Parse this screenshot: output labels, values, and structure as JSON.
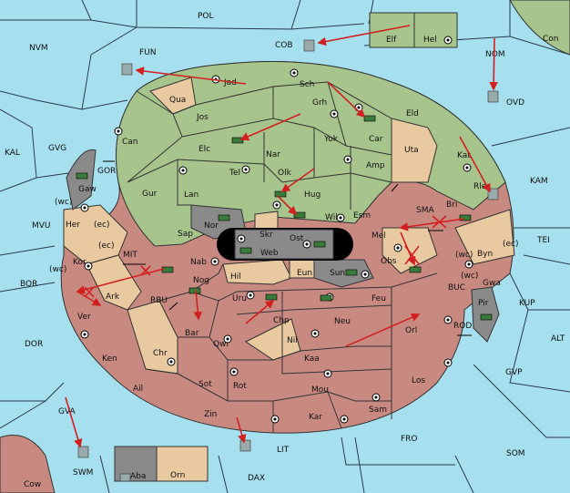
{
  "colors": {
    "sea": "#a6dfee",
    "green": "#a6c48c",
    "tan": "#e8c9a0",
    "red": "#c88a80",
    "grey": "#8a8a8a",
    "arrow": "#d22020"
  },
  "sea_labels": [
    "POL",
    "NVM",
    "COB",
    "FUN",
    "NOM",
    "Con",
    "OVD",
    "KAL",
    "GVG",
    "GOR",
    "KAM",
    "SMA",
    "TEI",
    "MVU",
    "BOR",
    "MIT",
    "RBU",
    "BUC",
    "KUP",
    "ALT",
    "DOR",
    "ROD",
    "GVP",
    "GVA",
    "SWM",
    "LIT",
    "FRO",
    "SOM",
    "DAX",
    "Cow"
  ],
  "land_labels": [
    "Elf",
    "Hel",
    "Jad",
    "Sch",
    "Qua",
    "Jos",
    "Grh",
    "Eld",
    "Can",
    "Car",
    "Elc",
    "Nar",
    "Yok",
    "Uta",
    "Tel",
    "Amp",
    "Kat",
    "Gaw",
    "Olk",
    "Gur",
    "Lan",
    "Hug",
    "Rle",
    "Bri",
    "Wil",
    "Esm",
    "Nor",
    "Skr",
    "Ost",
    "Sap",
    "Web",
    "Mel",
    "Her",
    "Kor",
    "Nab",
    "Eun",
    "Sun",
    "Obs",
    "Byn",
    "Gwa",
    "Hil",
    "Nog",
    "Uru",
    "Feu",
    "Ark",
    "Pir",
    "Chp",
    "Neu",
    "Ver",
    "Bar",
    "Qwi",
    "Orl",
    "Nil",
    "Ken",
    "Chr",
    "Kaa",
    "Los",
    "Sot",
    "Rot",
    "Ail",
    "Mou",
    "Sam",
    "Zin",
    "Kar",
    "Aba",
    "Orn"
  ],
  "coast_labels": [
    "(wc)",
    "(ec)",
    "(ec)",
    "(wc)",
    "(wc)",
    "(ec)",
    "(wc)"
  ]
}
